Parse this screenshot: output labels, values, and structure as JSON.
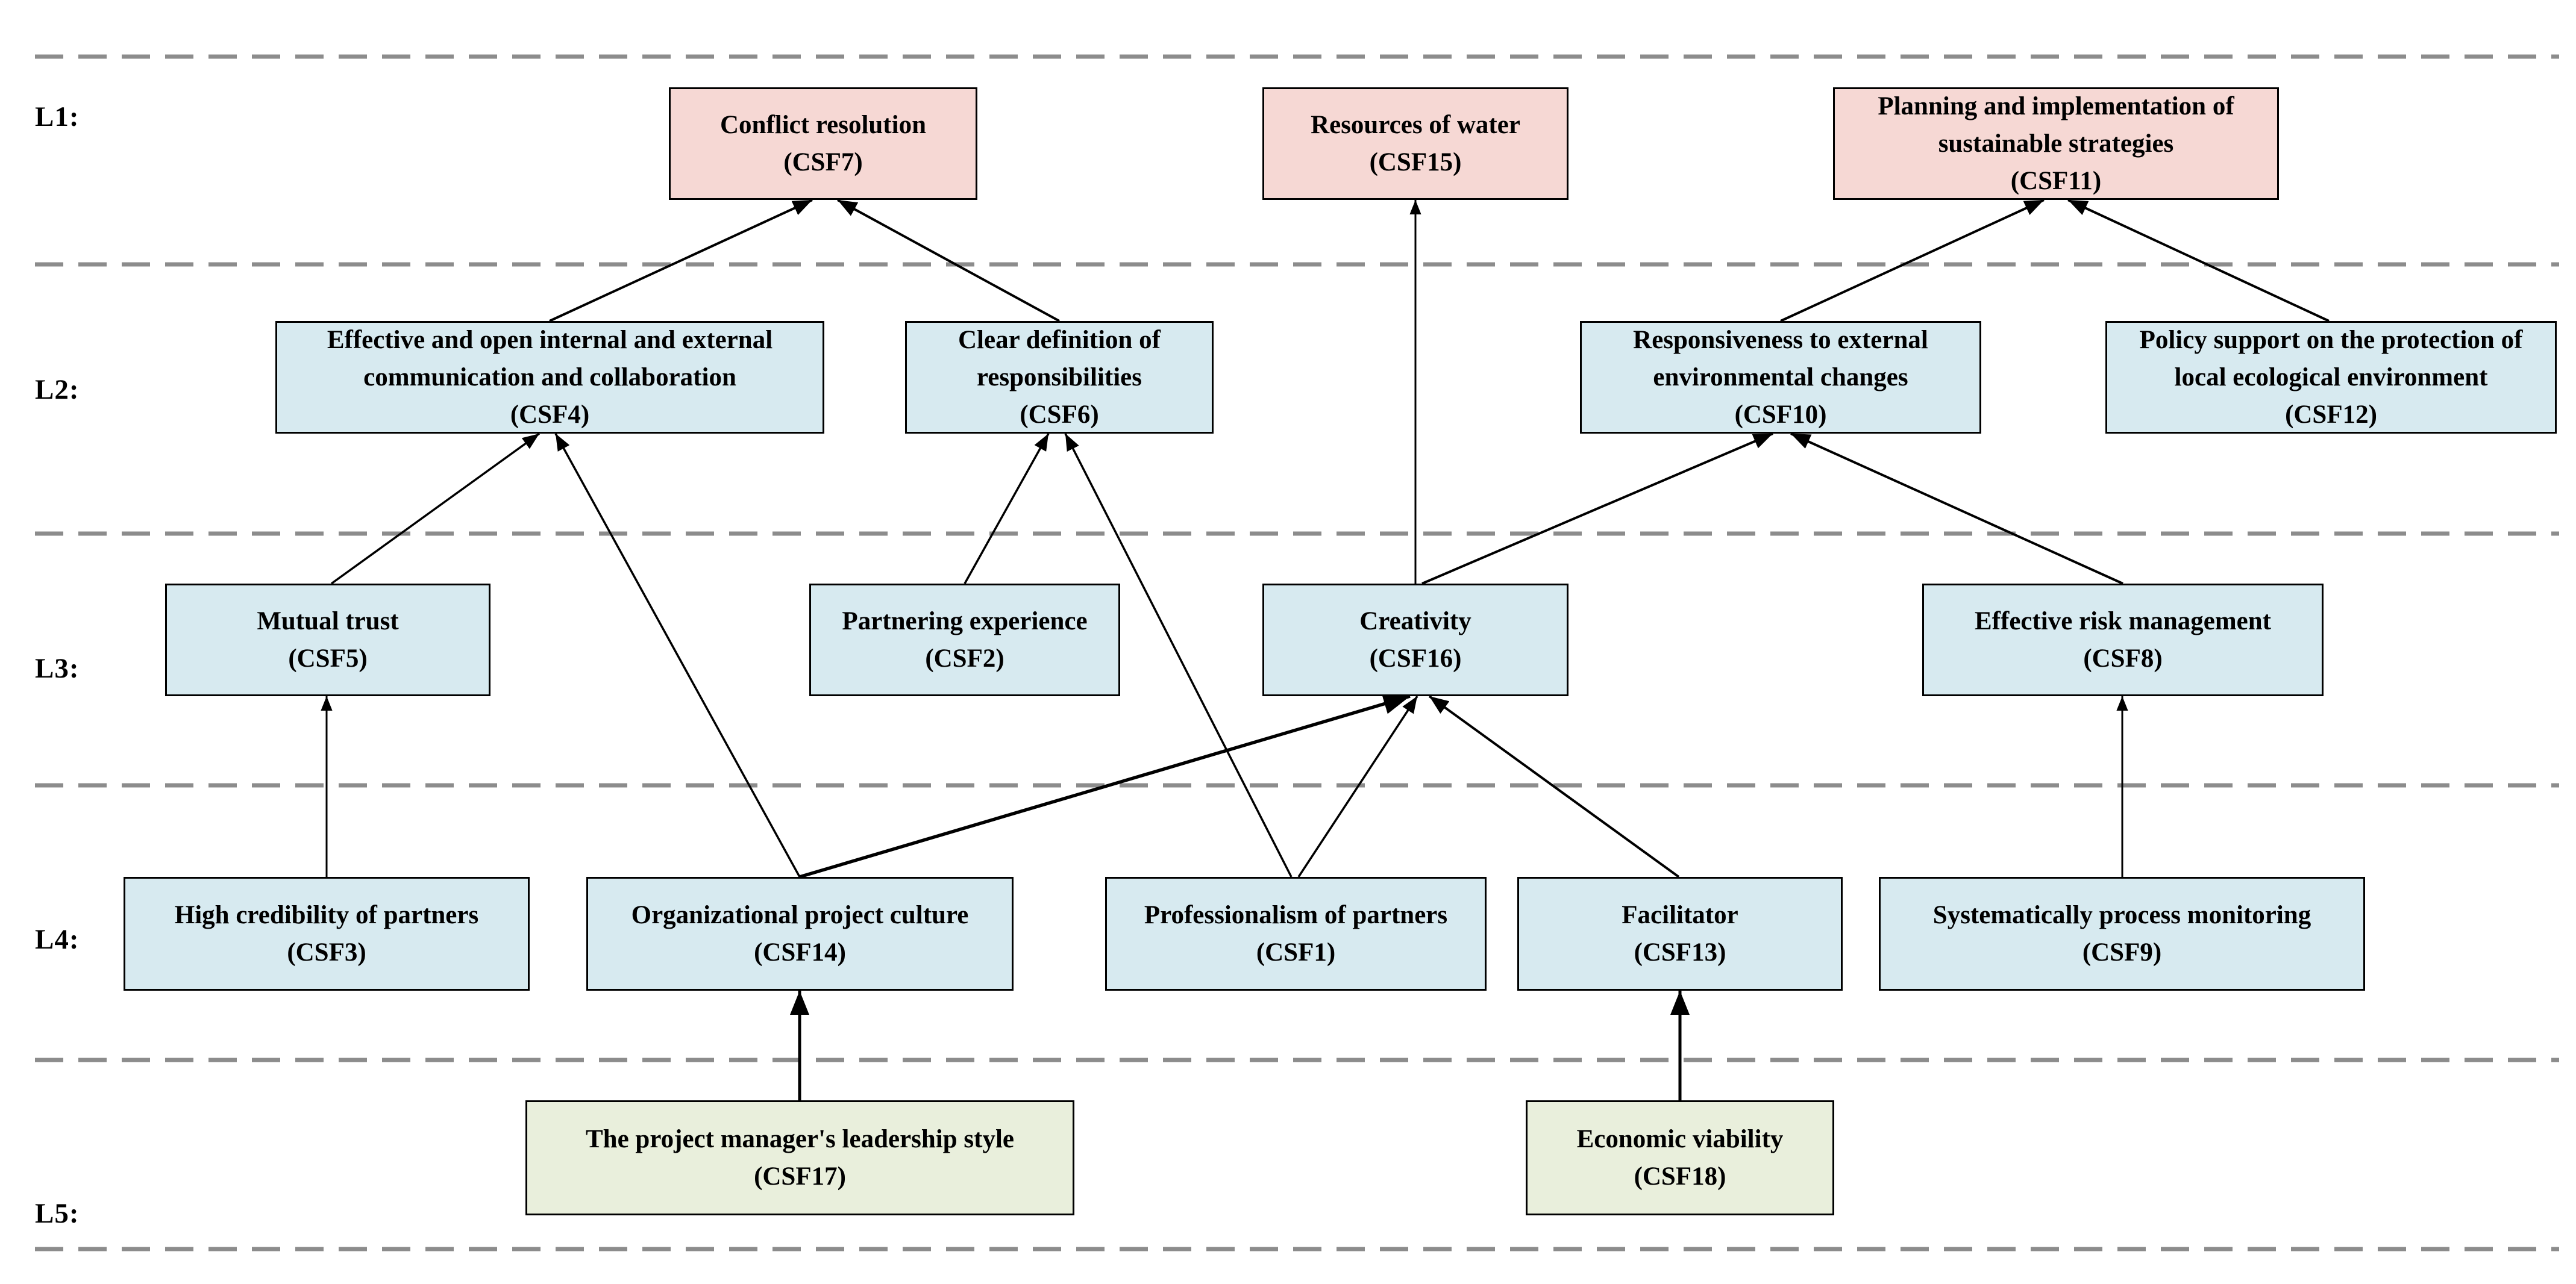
{
  "figure": {
    "level_labels": [
      "L1:",
      "L2:",
      "L3:",
      "L4:",
      "L5:"
    ],
    "colors": {
      "level1_fill": "#f6d8d4",
      "middle_fill": "#d7eaf0",
      "bottom_fill": "#e9efdc",
      "box_border": "#000000",
      "arrow": "#000000",
      "divider": "#8c8c8c",
      "background": "#ffffff"
    },
    "nodes": [
      {
        "id": "CSF7",
        "label": "Conflict resolution",
        "code": "(CSF7)",
        "level": 1,
        "fill": "pink"
      },
      {
        "id": "CSF15",
        "label": "Resources of water",
        "code": "(CSF15)",
        "level": 1,
        "fill": "pink"
      },
      {
        "id": "CSF11",
        "label": "Planning and implementation of sustainable strategies",
        "code": "(CSF11)",
        "level": 1,
        "fill": "pink"
      },
      {
        "id": "CSF4",
        "label": "Effective and open internal and external communication and collaboration",
        "code": "(CSF4)",
        "level": 2,
        "fill": "blue"
      },
      {
        "id": "CSF6",
        "label": "Clear definition of responsibilities",
        "code": "(CSF6)",
        "level": 2,
        "fill": "blue"
      },
      {
        "id": "CSF10",
        "label": "Responsiveness to external environmental changes",
        "code": "(CSF10)",
        "level": 2,
        "fill": "blue"
      },
      {
        "id": "CSF12",
        "label": "Policy support on the protection of local ecological environment",
        "code": "(CSF12)",
        "level": 2,
        "fill": "blue"
      },
      {
        "id": "CSF5",
        "label": "Mutual trust",
        "code": "(CSF5)",
        "level": 3,
        "fill": "blue"
      },
      {
        "id": "CSF2",
        "label": "Partnering experience",
        "code": "(CSF2)",
        "level": 3,
        "fill": "blue"
      },
      {
        "id": "CSF16",
        "label": "Creativity",
        "code": "(CSF16)",
        "level": 3,
        "fill": "blue"
      },
      {
        "id": "CSF8",
        "label": "Effective risk management",
        "code": "(CSF8)",
        "level": 3,
        "fill": "blue"
      },
      {
        "id": "CSF3",
        "label": "High credibility of partners",
        "code": "(CSF3)",
        "level": 4,
        "fill": "blue"
      },
      {
        "id": "CSF14",
        "label": "Organizational project culture",
        "code": "(CSF14)",
        "level": 4,
        "fill": "blue"
      },
      {
        "id": "CSF1",
        "label": "Professionalism of partners",
        "code": "(CSF1)",
        "level": 4,
        "fill": "blue"
      },
      {
        "id": "CSF13",
        "label": "Facilitator",
        "code": "(CSF13)",
        "level": 4,
        "fill": "blue"
      },
      {
        "id": "CSF9",
        "label": "Systematically process monitoring",
        "code": "(CSF9)",
        "level": 4,
        "fill": "blue"
      },
      {
        "id": "CSF17",
        "label": "The project manager's leadership style",
        "code": "(CSF17)",
        "level": 5,
        "fill": "green"
      },
      {
        "id": "CSF18",
        "label": "Economic viability",
        "code": "(CSF18)",
        "level": 5,
        "fill": "green"
      }
    ],
    "edges": [
      {
        "from": "CSF4",
        "to": "CSF7"
      },
      {
        "from": "CSF6",
        "to": "CSF7"
      },
      {
        "from": "CSF16",
        "to": "CSF15"
      },
      {
        "from": "CSF10",
        "to": "CSF11"
      },
      {
        "from": "CSF12",
        "to": "CSF11"
      },
      {
        "from": "CSF5",
        "to": "CSF4"
      },
      {
        "from": "CSF14",
        "to": "CSF4"
      },
      {
        "from": "CSF2",
        "to": "CSF6"
      },
      {
        "from": "CSF1",
        "to": "CSF6"
      },
      {
        "from": "CSF16",
        "to": "CSF10"
      },
      {
        "from": "CSF8",
        "to": "CSF10"
      },
      {
        "from": "CSF3",
        "to": "CSF5"
      },
      {
        "from": "CSF14",
        "to": "CSF16"
      },
      {
        "from": "CSF1",
        "to": "CSF16"
      },
      {
        "from": "CSF13",
        "to": "CSF16"
      },
      {
        "from": "CSF9",
        "to": "CSF8"
      },
      {
        "from": "CSF17",
        "to": "CSF14"
      },
      {
        "from": "CSF18",
        "to": "CSF13"
      }
    ]
  }
}
